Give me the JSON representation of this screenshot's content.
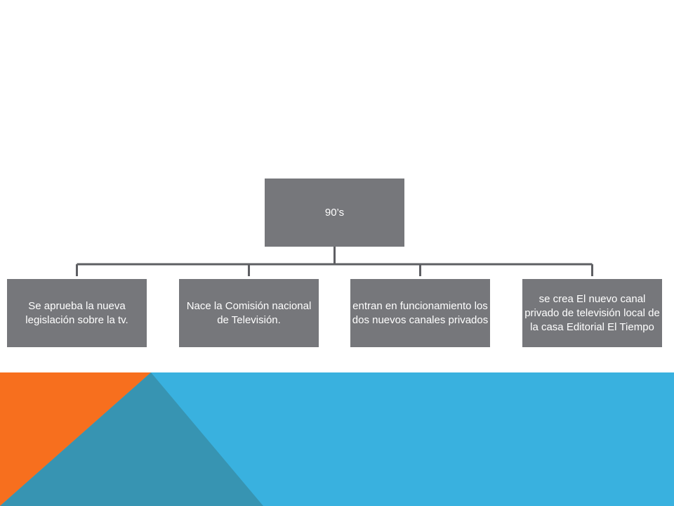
{
  "diagram": {
    "root": {
      "label": "90’s"
    },
    "children": [
      {
        "label": "Se aprueba la nueva legislación sobre la tv."
      },
      {
        "label": "Nace la Comisión nacional de Televisión."
      },
      {
        "label": "entran en funcionamiento los dos nuevos canales privados"
      },
      {
        "label": "se crea El nuevo canal privado de televisión local de la casa Editorial El Tiempo"
      }
    ]
  },
  "colors": {
    "node_fill": "#76777b",
    "connector": "#5e5f63",
    "footer_blue": "#39b1df",
    "footer_orange": "#f76f1e",
    "footer_teal": "#3794b2"
  }
}
